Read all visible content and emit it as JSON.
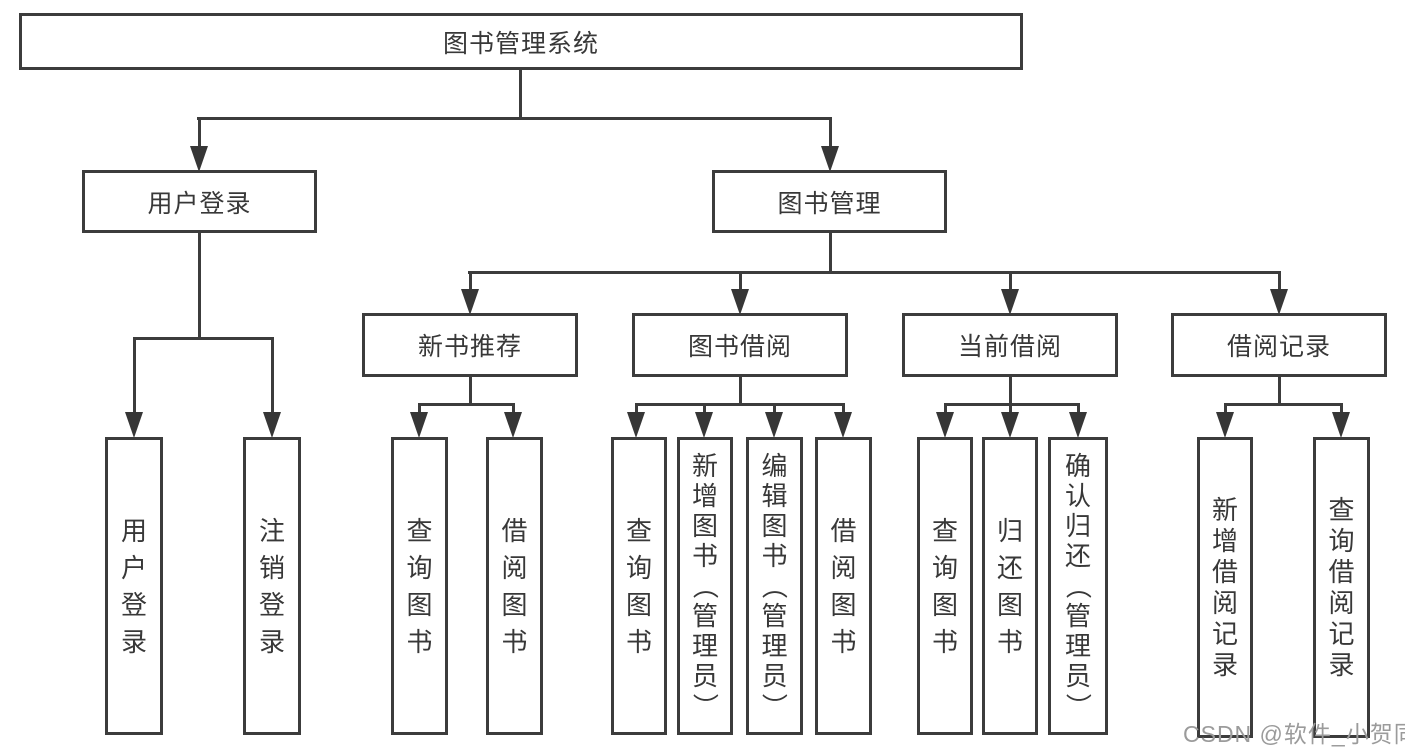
{
  "watermark": {
    "text": "CSDN @软件_小贺同学",
    "color": "#9b9b9b"
  },
  "colors": {
    "line": "#3c3c3c",
    "text": "#383838",
    "box_background": "#ffffff"
  },
  "diagram": {
    "title": "图书管理系统",
    "root": {
      "label": "图书管理系统"
    },
    "branches": [
      {
        "label": "用户登录",
        "children": [
          {
            "label": "用户登录"
          },
          {
            "label": "注销登录"
          }
        ]
      },
      {
        "label": "图书管理",
        "children": [
          {
            "label": "新书推荐",
            "children": [
              {
                "label": "查询图书"
              },
              {
                "label": "借阅图书"
              }
            ]
          },
          {
            "label": "图书借阅",
            "children": [
              {
                "label": "查询图书"
              },
              {
                "label": "新增图书（管理员）"
              },
              {
                "label": "编辑图书（管理员）"
              },
              {
                "label": "借阅图书"
              }
            ]
          },
          {
            "label": "当前借阅",
            "children": [
              {
                "label": "查询图书"
              },
              {
                "label": "归还图书"
              },
              {
                "label": "确认归还（管理员）"
              }
            ]
          },
          {
            "label": "借阅记录",
            "children": [
              {
                "label": "新增借阅记录"
              },
              {
                "label": "查询借阅记录"
              }
            ]
          }
        ]
      }
    ]
  }
}
